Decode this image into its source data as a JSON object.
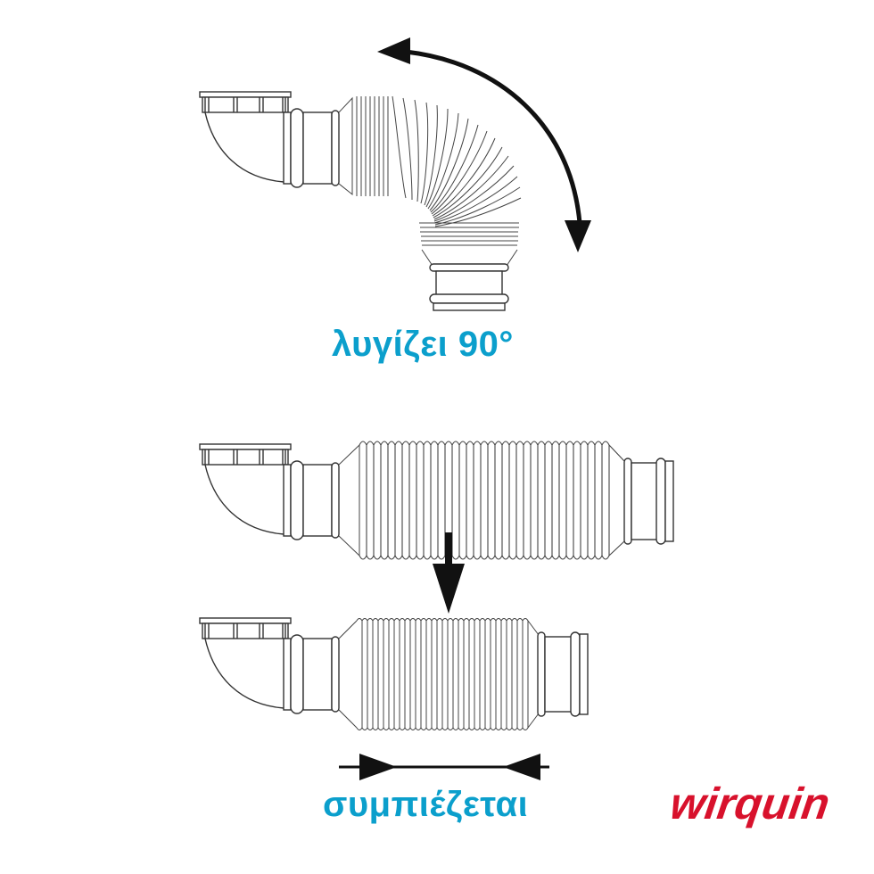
{
  "captions": {
    "bend": "λυγίζει 90°",
    "compress": "συμπιέζεται"
  },
  "brand": {
    "logo_text": "wirquin",
    "logo_color": "#d8112c"
  },
  "colors": {
    "caption": "#0b9fcc",
    "stroke": "#222222",
    "arrow": "#111111"
  },
  "figures": [
    {
      "id": "bent-pipe",
      "description": "flexible waste pipe bent 90 degrees with curved double-headed arrow"
    },
    {
      "id": "extended-pipe",
      "description": "flexible pipe fully extended"
    },
    {
      "id": "compressed-pipe",
      "description": "flexible pipe compressed"
    }
  ],
  "icons": [
    "curved-double-arrow-icon",
    "down-arrow-icon",
    "compress-arrows-icon"
  ]
}
